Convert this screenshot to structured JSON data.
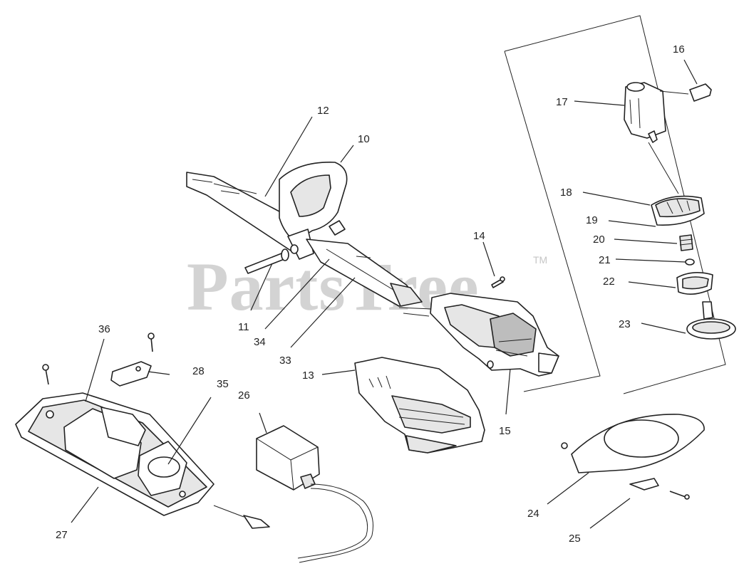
{
  "watermark": {
    "text": "PartsTree",
    "trademark": "TM"
  },
  "callouts": {
    "c10": "10",
    "c11": "11",
    "c12": "12",
    "c13": "13",
    "c14": "14",
    "c15": "15",
    "c16": "16",
    "c17": "17",
    "c18": "18",
    "c19": "19",
    "c20": "20",
    "c21": "21",
    "c22": "22",
    "c23": "23",
    "c24": "24",
    "c25": "25",
    "c26": "26",
    "c27": "27",
    "c28": "28",
    "c33": "33",
    "c34": "34",
    "c35": "35",
    "c36": "36"
  }
}
